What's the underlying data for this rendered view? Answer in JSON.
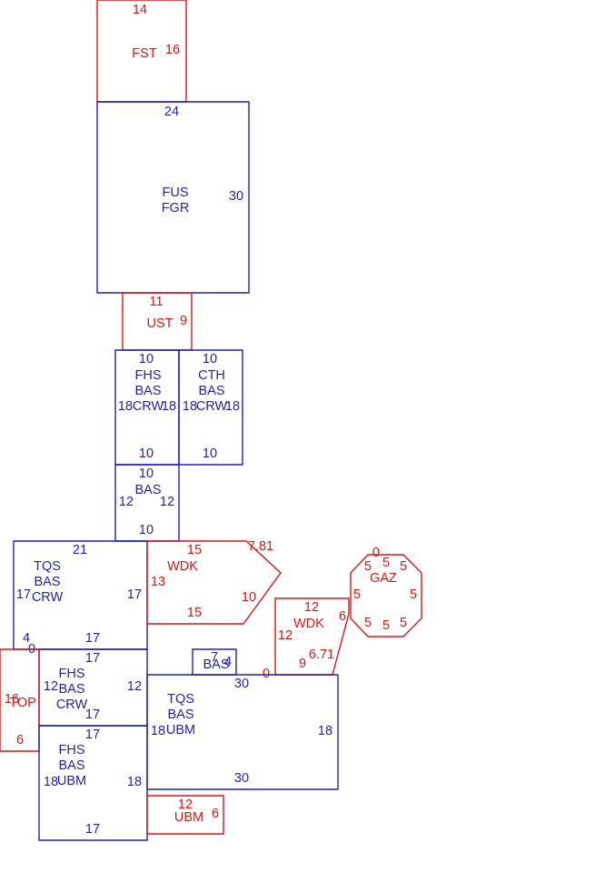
{
  "colors": {
    "living": "#1f1fbf",
    "exterior": "#e01414"
  },
  "areas": [
    {
      "id": "fst",
      "kind": "exterior",
      "label": [
        "FST"
      ],
      "dims": [
        "14",
        "16"
      ]
    },
    {
      "id": "fus-fgr",
      "kind": "living",
      "label": [
        "FUS",
        "FGR"
      ],
      "dims": [
        "24",
        "30"
      ]
    },
    {
      "id": "ust",
      "kind": "exterior",
      "label": [
        "UST"
      ],
      "dims": [
        "11",
        "9"
      ]
    },
    {
      "id": "fhs-bas-crw-upper",
      "kind": "living",
      "label": [
        "FHS",
        "BAS",
        "CRW"
      ],
      "dims": [
        "10",
        "18",
        "18",
        "10"
      ]
    },
    {
      "id": "cth-bas-crw",
      "kind": "living",
      "label": [
        "CTH",
        "BAS",
        "CRW"
      ],
      "dims": [
        "10",
        "18",
        "18",
        "10"
      ]
    },
    {
      "id": "bas-small",
      "kind": "living",
      "label": [
        "BAS"
      ],
      "dims": [
        "10",
        "12",
        "12",
        "10"
      ]
    },
    {
      "id": "tqs-bas-crw",
      "kind": "living",
      "label": [
        "TQS",
        "BAS",
        "CRW"
      ],
      "dims": [
        "21",
        "17",
        "17",
        "17",
        "4",
        "0"
      ]
    },
    {
      "id": "wdk-left",
      "kind": "exterior",
      "label": [
        "WDK"
      ],
      "dims": [
        "15",
        "7.81",
        "13",
        "10",
        "15"
      ]
    },
    {
      "id": "wdk-right",
      "kind": "exterior",
      "label": [
        "WDK"
      ],
      "dims": [
        "12",
        "6",
        "12",
        "6.71",
        "9",
        "0"
      ]
    },
    {
      "id": "gaz",
      "kind": "exterior",
      "label": [
        "GAZ"
      ],
      "dims": [
        "0",
        "5",
        "5",
        "5",
        "5",
        "5",
        "5",
        "5",
        "5"
      ]
    },
    {
      "id": "bas-tiny",
      "kind": "living",
      "label": [
        "BAS"
      ],
      "dims": [
        "7",
        "4"
      ]
    },
    {
      "id": "fhs-bas-crw-lower",
      "kind": "living",
      "label": [
        "FHS",
        "BAS",
        "CRW"
      ],
      "dims": [
        "17",
        "12",
        "12",
        "17"
      ]
    },
    {
      "id": "top",
      "kind": "exterior",
      "label": [
        "TOP"
      ],
      "dims": [
        "16",
        "6"
      ]
    },
    {
      "id": "tqs-bas-ubm",
      "kind": "living",
      "label": [
        "TQS",
        "BAS",
        "UBM"
      ],
      "dims": [
        "30",
        "18",
        "18",
        "30"
      ]
    },
    {
      "id": "fhs-bas-ubm",
      "kind": "living",
      "label": [
        "FHS",
        "BAS",
        "UBM"
      ],
      "dims": [
        "17",
        "18",
        "18",
        "17"
      ]
    },
    {
      "id": "ubm",
      "kind": "exterior",
      "label": [
        "UBM"
      ],
      "dims": [
        "12",
        "6"
      ]
    }
  ]
}
